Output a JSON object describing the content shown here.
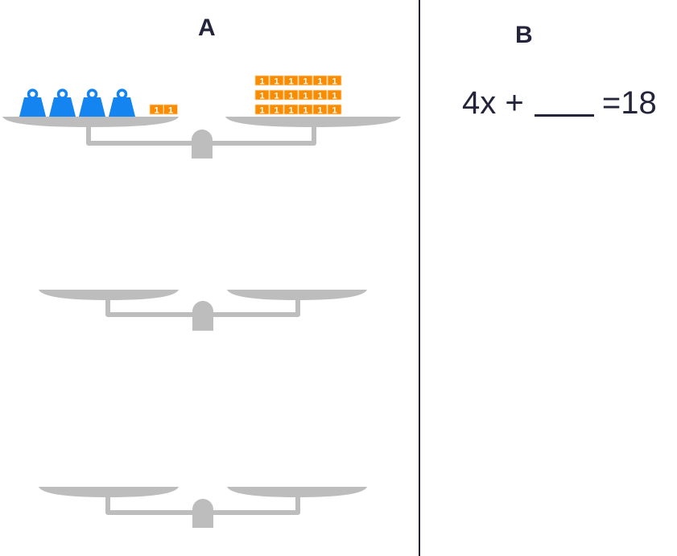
{
  "panels": {
    "a": {
      "label": "A"
    },
    "b": {
      "label": "B"
    }
  },
  "equation": {
    "left_term": "4x +",
    "blank": "",
    "right_side": "=18"
  },
  "scales": [
    {
      "left_pan": {
        "weights": 4,
        "unit_blocks": 2
      },
      "right_pan": {
        "weights": 0,
        "unit_blocks": 18,
        "block_rows": 3,
        "block_cols": 6
      }
    },
    {
      "left_pan": {
        "weights": 0,
        "unit_blocks": 0
      },
      "right_pan": {
        "weights": 0,
        "unit_blocks": 0
      }
    },
    {
      "left_pan": {
        "weights": 0,
        "unit_blocks": 0
      },
      "right_pan": {
        "weights": 0,
        "unit_blocks": 0
      }
    }
  ],
  "unit_block_label": "1",
  "colors": {
    "weight": "#1484f0",
    "unit_block": "#f98c00",
    "scale": "#bdbdbd",
    "text": "#24243a"
  }
}
